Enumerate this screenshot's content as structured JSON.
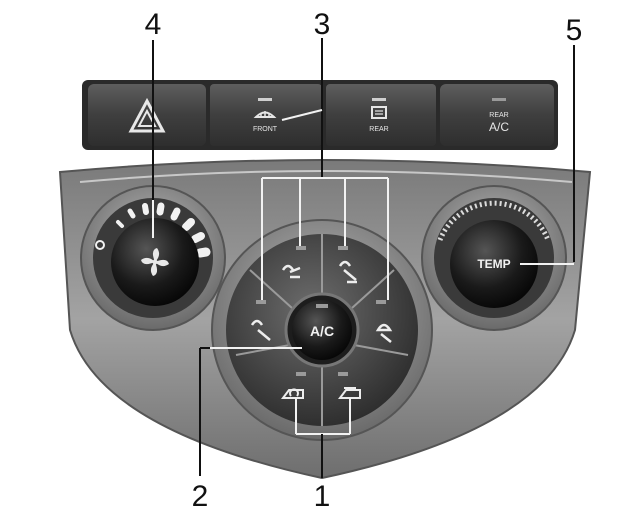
{
  "callouts": {
    "c1": "1",
    "c2": "2",
    "c3": "3",
    "c4": "4",
    "c5": "5"
  },
  "top_buttons": {
    "front_label": "FRONT",
    "rear_label": "REAR",
    "rear_ac_small": "REAR",
    "rear_ac_big": "A/C"
  },
  "center": {
    "ac_label": "A/C"
  },
  "right_knob": {
    "temp_label": "TEMP"
  },
  "colors": {
    "panel": "#8c8c8c",
    "button_dark": "#4a4a4a",
    "knob_black": "#111111",
    "highlight": "#d9d9d9"
  },
  "icons": [
    "hazard-icon",
    "front-defrost-icon",
    "rear-defrost-icon",
    "fan-icon",
    "vent-face-icon",
    "vent-face-feet-icon",
    "vent-feet-icon",
    "vent-feet-defrost-icon",
    "recirculation-icon",
    "fresh-air-icon"
  ]
}
